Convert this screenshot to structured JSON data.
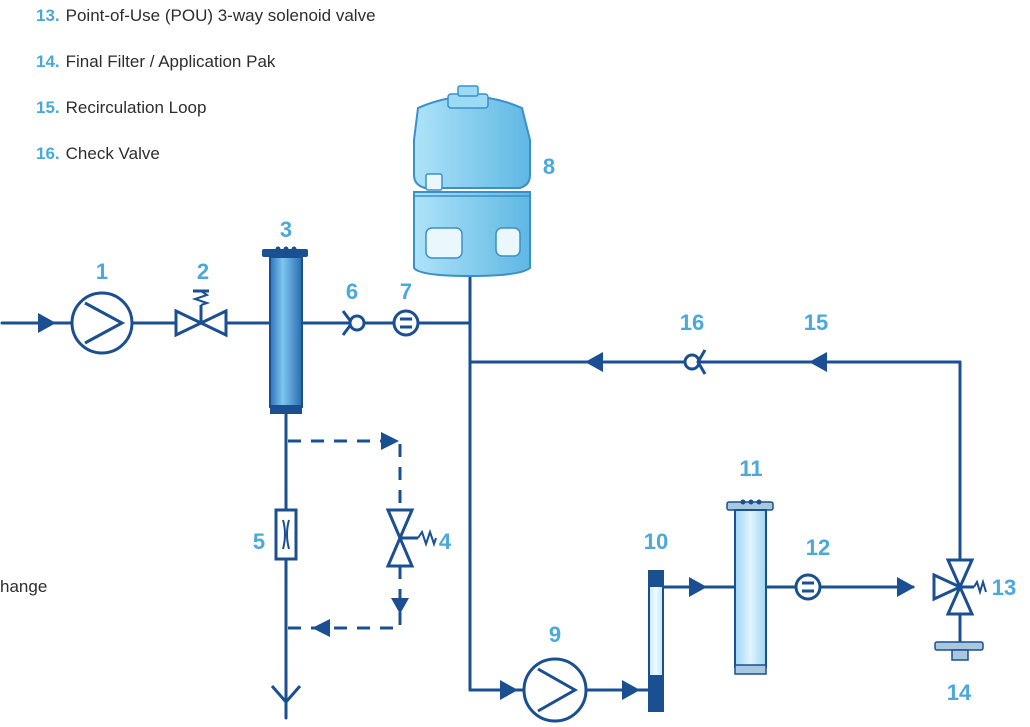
{
  "legend": [
    {
      "num": "13.",
      "text": "Point-of-Use (POU) 3-way solenoid valve"
    },
    {
      "num": "14.",
      "text": "Final Filter / Application Pak"
    },
    {
      "num": "15.",
      "text": "Recirculation Loop"
    },
    {
      "num": "16.",
      "text": "Check Valve"
    }
  ],
  "side_text": "hange",
  "components": {
    "c1": "1",
    "c2": "2",
    "c3": "3",
    "c4": "4",
    "c5": "5",
    "c6": "6",
    "c7": "7",
    "c8": "8",
    "c9": "9",
    "c10": "10",
    "c11": "11",
    "c12": "12",
    "c13": "13",
    "c14": "14",
    "c15": "15",
    "c16": "16"
  },
  "colors": {
    "pipe": "#1a4f91",
    "label": "#4aa8dc",
    "tank": "#8fd3f3"
  }
}
